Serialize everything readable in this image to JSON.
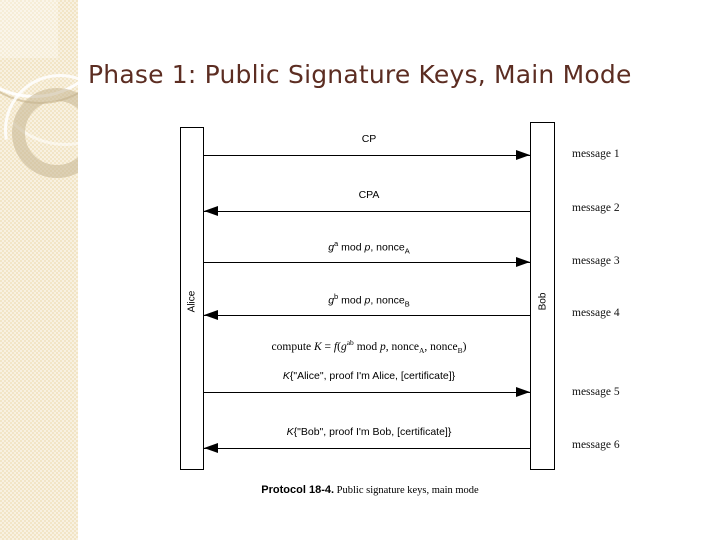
{
  "slide": {
    "title": "Phase 1: Public Signature Keys, Main Mode",
    "title_color": "#5c2d22",
    "background_color": "#ffffff",
    "sidebar_color": "#f2e5c6"
  },
  "diagram": {
    "participants": {
      "left": "Alice",
      "right": "Bob"
    },
    "messages": [
      {
        "number": 1,
        "label": "CP",
        "direction": "right",
        "side_label": "message 1"
      },
      {
        "number": 2,
        "label": "CPA",
        "direction": "left",
        "side_label": "message 2"
      },
      {
        "number": 3,
        "label_html": "<i>g</i><sup>a</sup> mod <i>p</i>, nonce<sub>A</sub>",
        "label_text": "g^a mod p, nonce_A",
        "direction": "right",
        "side_label": "message 3"
      },
      {
        "number": 4,
        "label_html": "<i>g</i><sup>b</sup> mod <i>p</i>, nonce<sub>B</sub>",
        "label_text": "g^b mod p, nonce_B",
        "direction": "left",
        "side_label": "message 4"
      },
      {
        "number": 5,
        "label_html": "<i>K</i>{\"Alice\", proof I'm Alice, [certificate]}",
        "label_text": "K{\"Alice\", proof I'm Alice, [certificate]}",
        "direction": "right",
        "side_label": "message 5"
      },
      {
        "number": 6,
        "label_html": "<i>K</i>{\"Bob\", proof I'm Bob, [certificate]}",
        "label_text": "K{\"Bob\", proof I'm Bob, [certificate]}",
        "direction": "left",
        "side_label": "message 6"
      }
    ],
    "compute_note_html": "compute <i>K</i> = <i>f</i>(<i>g</i><sup>ab</sup> mod <i>p</i>, nonce<sub>A</sub>, nonce<sub>B</sub>)",
    "compute_note_text": "compute K = f(g^ab mod p, nonce_A, nonce_B)",
    "caption": {
      "strong": "Protocol 18-4.",
      "rest": " Public signature keys, main mode"
    }
  }
}
